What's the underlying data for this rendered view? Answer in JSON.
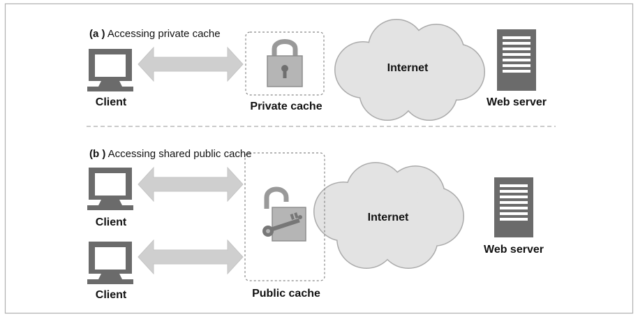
{
  "panels": [
    {
      "prefix": "(a )",
      "caption": "Accessing private cache",
      "clients": [
        "Client"
      ],
      "cache_label": "Private cache",
      "cloud_label": "Internet",
      "server_label": "Web server"
    },
    {
      "prefix": "(b )",
      "caption": "Accessing shared public cache",
      "clients": [
        "Client",
        "Client"
      ],
      "cache_label": "Public cache",
      "cloud_label": "Internet",
      "server_label": "Web server"
    }
  ],
  "colors": {
    "device": "#6b6b6b",
    "screen": "#ffffff",
    "arrow": "#cfcfcf",
    "cloud_fill": "#e3e3e3",
    "cloud_stroke": "#aaaaaa",
    "lock_body": "#b5b5b5",
    "lock_edge": "#8d8d8d",
    "key": "#777777",
    "dashed": "#888888",
    "divider": "#aaaaaa",
    "frame": "#b0b0b0"
  },
  "icons": {
    "client": "monitor-icon",
    "private_cache": "closed-padlock-icon",
    "public_cache": "open-padlock-with-key-icon",
    "network": "cloud-icon",
    "server": "server-tower-icon"
  }
}
